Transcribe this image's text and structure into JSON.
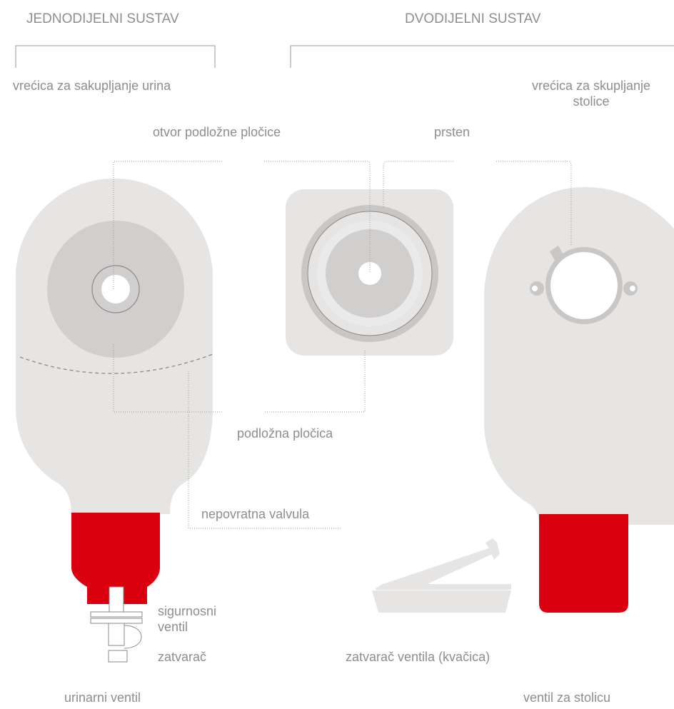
{
  "headings": {
    "single_system": "JEDNODIJELNI SUSTAV",
    "two_piece_system": "DVODIJELNI SUSTAV"
  },
  "labels": {
    "urine_pouch": "vrećica za sakupljanje urina",
    "stool_pouch_line1": "vrećica za skupljanje",
    "stool_pouch_line2": "stolice",
    "baseplate_opening": "otvor podložne pločice",
    "ring": "prsten",
    "baseplate": "podložna pločica",
    "nonreturn_valve": "nepovratna valvula",
    "safety_valve_line1": "sigurnosni",
    "safety_valve_line2": "ventil",
    "cap": "zatvarač",
    "clip": "zatvarač ventila (kvačica)",
    "urinary_valve": "urinarni ventil",
    "stool_valve": "ventil za stolicu"
  },
  "colors": {
    "pouch_fill": "#e6e5e4",
    "wafer_fill": "#d1cfce",
    "ring_fill": "#c9c7c6",
    "accent_red": "#db000f",
    "leader_line": "#9a9a9a",
    "outline": "#8a8a8a"
  }
}
